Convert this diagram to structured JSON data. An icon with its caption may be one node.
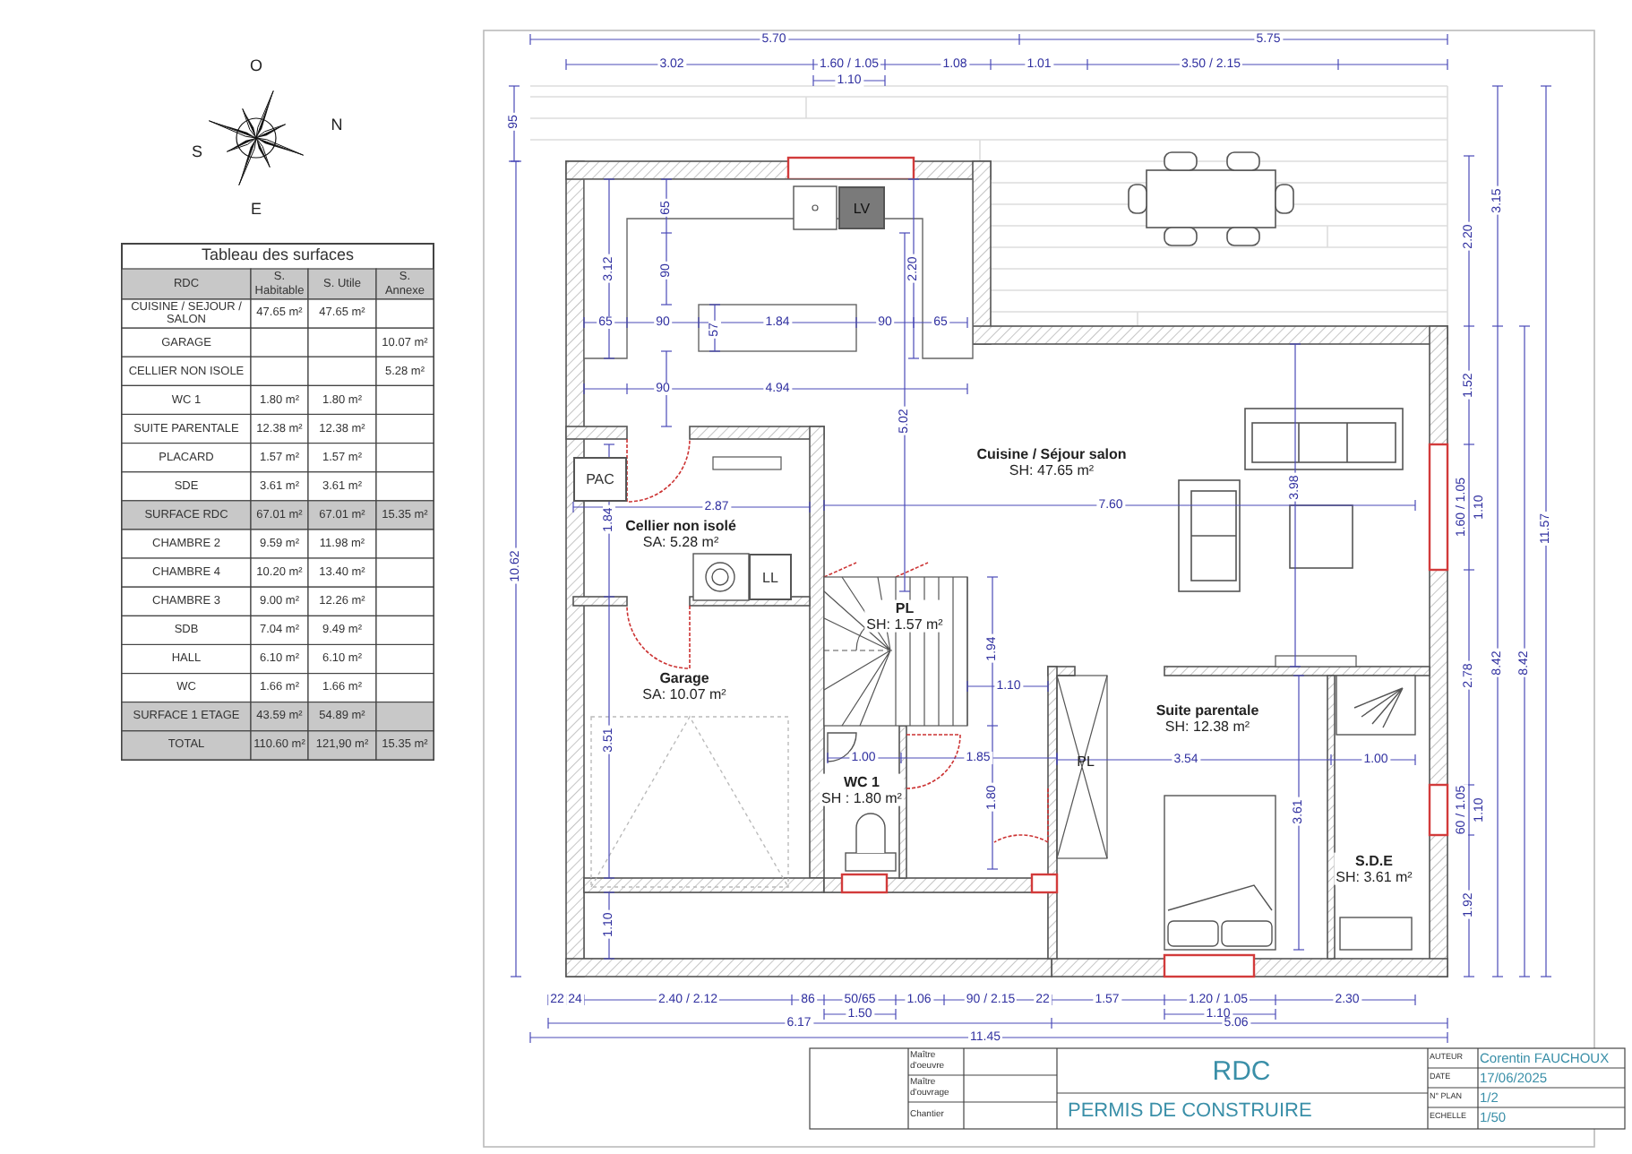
{
  "diagram": {
    "title": "RDC",
    "nodes": [
      {
        "text": [
          "Cuisine / Séjour salon",
          "SH: 47.65 m²"
        ]
      },
      {
        "text": [
          "LV"
        ]
      },
      {
        "text": [
          "PAC"
        ]
      },
      {
        "text": [
          "Cellier non isolé",
          "SA: 5.28 m²"
        ]
      },
      {
        "text": [
          "LL"
        ]
      },
      {
        "text": [
          "PL",
          "SH: 1.57 m²"
        ]
      },
      {
        "text": [
          "Garage",
          "SA: 10.07 m²"
        ]
      },
      {
        "text": [
          "WC 1",
          "SH : 1.80 m²"
        ]
      },
      {
        "text": [
          "Suite parentale",
          "SH: 12.38 m²"
        ]
      },
      {
        "text": [
          "PL"
        ]
      },
      {
        "text": [
          "S.D.E",
          "SH: 3.61 m²"
        ]
      }
    ],
    "labels": [
      "O",
      "N",
      "S",
      "E",
      "Tableau des surfaces",
      "RDC",
      "S. Habitable",
      "S. Utile",
      "S. Annexe",
      "CUISINE / SEJOUR / SALON",
      "47.65 m²",
      "47.65 m²",
      "GARAGE",
      "10.07 m²",
      "CELLIER NON ISOLE",
      "5.28 m²",
      "WC 1",
      "1.80 m²",
      "1.80 m²",
      "SUITE PARENTALE",
      "12.38 m²",
      "12.38 m²",
      "PLACARD",
      "1.57 m²",
      "1.57 m²",
      "SDE",
      "3.61 m²",
      "3.61 m²",
      "SURFACE RDC",
      "67.01 m²",
      "67.01 m²",
      "15.35 m²",
      "CHAMBRE 2",
      "9.59 m²",
      "11.98 m²",
      "CHAMBRE 4",
      "10.20 m²",
      "13.40 m²",
      "CHAMBRE 3",
      "9.00 m²",
      "12.26 m²",
      "SDB",
      "7.04 m²",
      "9.49 m²",
      "HALL",
      "6.10 m²",
      "6.10 m²",
      "WC",
      "1.66 m²",
      "1.66 m²",
      "SURFACE 1 ETAGE",
      "43.59 m²",
      "54.89 m²",
      "TOTAL",
      "110.60 m²",
      "121,90 m²",
      "15.35 m²",
      "5.70",
      "5.75",
      "3.02",
      "1.60 / 1.05",
      "1.08",
      "1.01",
      "3.50 / 2.15",
      "1.10",
      "95",
      "65",
      "3.12",
      "90",
      "2.20",
      "2.20",
      "3.15",
      "65",
      "90",
      "1.84",
      "90",
      "65",
      "57",
      "1.52",
      "90",
      "4.94",
      "5.02",
      "3.98",
      "2.87",
      "7.60",
      "1.60 / 1.05",
      "1.10",
      "1.84",
      "11.57",
      "10.62",
      "1.94",
      "8.42",
      "8.42",
      "2.78",
      "1.10",
      "3.51",
      "1.00",
      "1.85",
      "3.54",
      "1.00",
      "1.80",
      "3.61",
      "60 / 1.05",
      "1.10",
      "1.92",
      "1.10",
      "22",
      "24",
      "2.40 / 2.12",
      "86",
      "50/65",
      "1.06",
      "90 / 2.15",
      "22",
      "1.57",
      "1.20 / 1.05",
      "2.30",
      "1.50",
      "1.10",
      "6.17",
      "5.06",
      "11.45",
      "Maître d'oeuvre",
      "Maître d'ouvrage",
      "Chantier",
      "PERMIS DE CONSTRUIRE",
      "AUTEUR",
      "Corentin FAUCHOUX",
      "DATE",
      "17/06/2025",
      "N° PLAN",
      "1/2",
      "ECHELLE",
      "1/50"
    ]
  }
}
